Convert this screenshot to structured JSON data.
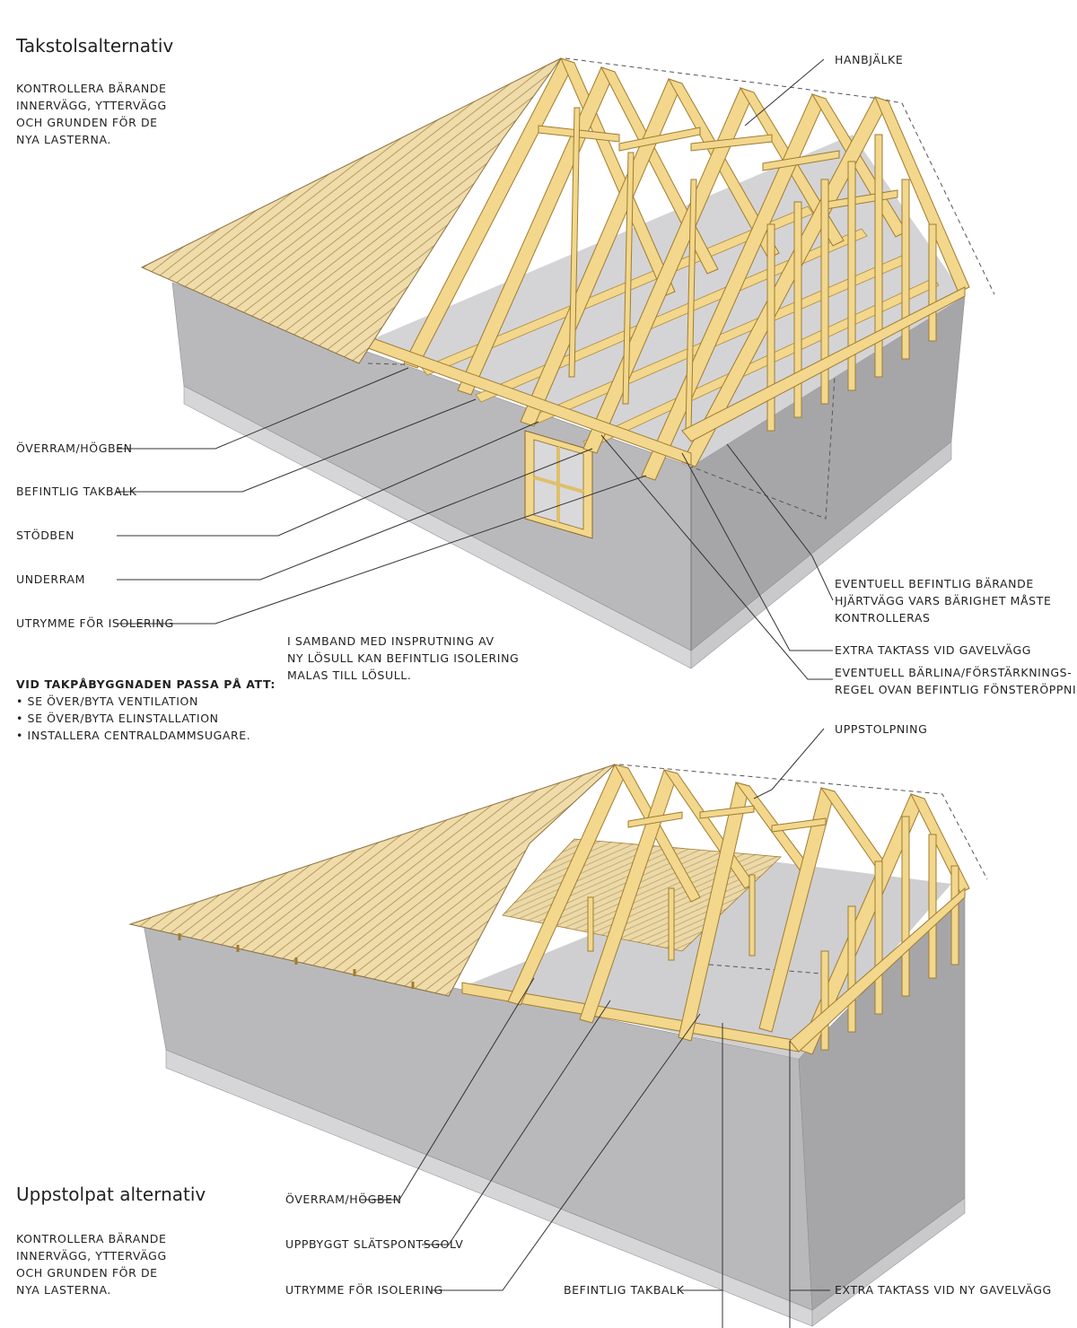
{
  "diagram_top": {
    "title": "Takstolsalternativ",
    "note": [
      "KONTROLLERA BÄRANDE",
      "INNERVÄGG, YTTERVÄGG",
      "OCH GRUNDEN FÖR DE",
      "NYA LASTERNA."
    ],
    "labels_left": [
      "ÖVERRAM/HÖGBEN",
      "BEFINTLIG TAKBALK",
      "STÖDBEN",
      "UNDERRAM",
      "UTRYMME FÖR ISOLERING"
    ],
    "label_hanbjalke": "HANBJÄLKE",
    "label_hjartvagg": [
      "EVENTUELL BEFINTLIG BÄRANDE",
      "HJÄRTVÄGG VARS BÄRIGHET MÅSTE",
      "KONTROLLERAS"
    ],
    "label_taktass": "EXTRA TAKTASS VID GAVELVÄGG",
    "label_barlina": [
      "EVENTUELL BÄRLINA/FÖRSTÄRKNINGS-",
      "REGEL OVAN BEFINTLIG FÖNSTERÖPPNING"
    ],
    "center_note": [
      "I SAMBAND MED INSPRUTNING AV",
      "NY LÖSULL KAN BEFINTLIG ISOLERING",
      "MALAS TILL LÖSULL."
    ]
  },
  "checklist": {
    "heading": "VID TAKPÅBYGGNADEN PASSA PÅ ATT:",
    "items": [
      "• SE ÖVER/BYTA VENTILATION",
      "• SE ÖVER/BYTA ELINSTALLATION",
      "• INSTALLERA CENTRALDAMMSUGARE."
    ]
  },
  "diagram_bottom": {
    "title": "Uppstolpat alternativ",
    "note": [
      "KONTROLLERA BÄRANDE",
      "INNERVÄGG, YTTERVÄGG",
      "OCH GRUNDEN FÖR DE",
      "NYA LASTERNA."
    ],
    "label_uppstolpning": "UPPSTOLPNING",
    "label_overram": "ÖVERRAM/HÖGBEN",
    "label_golv": "UPPBYGGT SLÄTSPONTSGOLV",
    "label_isolering": "UTRYMME FÖR ISOLERING",
    "label_takbalk": "BEFINTLIG TAKBALK",
    "label_taktass": "EXTRA TAKTASS VID NY GAVELVÄGG"
  },
  "colors": {
    "wall_front": "#b9b9bc",
    "wall_side": "#a6a6a9",
    "foundation": "#d6d6d8",
    "roof": "#efdcaa",
    "roof_line": "#b89b5f",
    "timber": "#f2d78c",
    "timber_edge": "#b08a3a",
    "floor": "#cfcfd1",
    "leader": "#333333"
  }
}
